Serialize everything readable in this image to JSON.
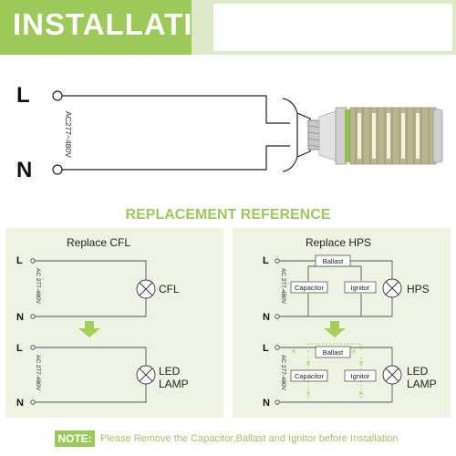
{
  "header": {
    "title": "INSTALLATION"
  },
  "main_diagram": {
    "line_label": "L",
    "neutral_label": "N",
    "voltage_label": "AC277~480V"
  },
  "replacement": {
    "title": "REPLACEMENT REFERENCE",
    "cfl_panel": {
      "title": "Replace CFL",
      "line_label": "L",
      "neutral_label": "N",
      "voltage_label": "AC 277-480V",
      "before_lamp_label": "CFL",
      "after_lamp_label_1": "LED",
      "after_lamp_label_2": "LAMP"
    },
    "hps_panel": {
      "title": "Replace HPS",
      "line_label": "L",
      "neutral_label": "N",
      "voltage_label": "AC 277-480V",
      "ballast_label": "Ballast",
      "capacitor_label": "Capacitor",
      "ignitor_label": "Ignitor",
      "before_lamp_label": "HPS",
      "after_lamp_label_1": "LED",
      "after_lamp_label_2": "LAMP"
    }
  },
  "note": {
    "label": "NOTE:",
    "text": "Please Remove the Capacitor,Ballast and Ignitor before Installation"
  },
  "colors": {
    "accent_green": "#9dc85a",
    "light_green": "#dde9c8",
    "panel_bg": "#eef3e4",
    "arrow_green": "#a6cf5d"
  }
}
